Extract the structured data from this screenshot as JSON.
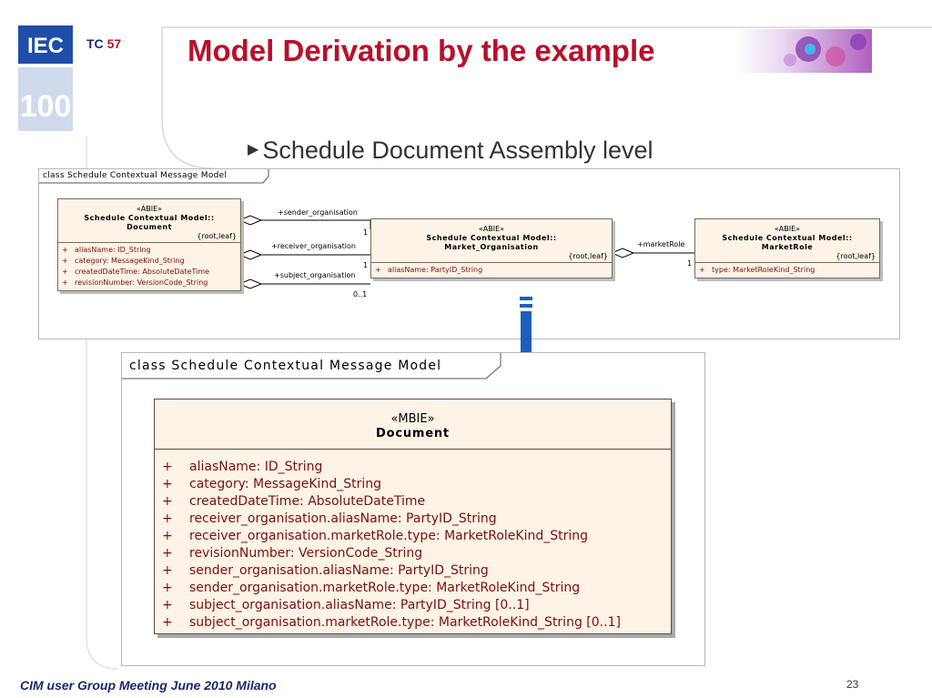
{
  "header": {
    "logo_text": "IEC",
    "logo_number": "100",
    "tc_label": "TC",
    "tc_number": "57",
    "title": "Model Derivation by the example",
    "subtitle": "Schedule Document Assembly level"
  },
  "top_diagram": {
    "frame_label": "class Schedule Contextual Message Model",
    "document_class": {
      "stereotype": "«ABIE»",
      "name_line1": "Schedule Contextual Model::",
      "name_line2": "Document",
      "properties": "{root,leaf}",
      "attributes": [
        {
          "vis": "+",
          "text": "aliasName:  ID_String"
        },
        {
          "vis": "+",
          "text": "category:  MessageKind_String"
        },
        {
          "vis": "+",
          "text": "createdDateTime:  AbsoluteDateTime"
        },
        {
          "vis": "+",
          "text": "revisionNumber:  VersionCode_String"
        }
      ]
    },
    "market_org_class": {
      "stereotype": "«ABIE»",
      "name_line1": "Schedule Contextual Model::",
      "name_line2": "Market_Organisation",
      "properties": "{root,leaf}",
      "attributes": [
        {
          "vis": "+",
          "text": "aliasName:  PartyID_String"
        }
      ]
    },
    "market_role_class": {
      "stereotype": "«ABIE»",
      "name_line1": "Schedule Contextual Model::",
      "name_line2": "MarketRole",
      "properties": "{root,leaf}",
      "attributes": [
        {
          "vis": "+",
          "text": "type:  MarketRoleKind_String"
        }
      ]
    },
    "associations": [
      {
        "role": "+sender_organisation",
        "mult": "1"
      },
      {
        "role": "+receiver_organisation",
        "mult": "1"
      },
      {
        "role": "+subject_organisation",
        "mult": "0..1"
      },
      {
        "role": "+marketRole",
        "mult": "1"
      }
    ]
  },
  "bottom_diagram": {
    "frame_label": "class Schedule Contextual Message Model",
    "class": {
      "stereotype": "«MBIE»",
      "name": "Document",
      "attributes": [
        {
          "vis": "+",
          "text": "aliasName:  ID_String"
        },
        {
          "vis": "+",
          "text": "category:  MessageKind_String"
        },
        {
          "vis": "+",
          "text": "createdDateTime:  AbsoluteDateTime"
        },
        {
          "vis": "+",
          "text": "receiver_organisation.aliasName:  PartyID_String"
        },
        {
          "vis": "+",
          "text": "receiver_organisation.marketRole.type:  MarketRoleKind_String"
        },
        {
          "vis": "+",
          "text": "revisionNumber:  VersionCode_String"
        },
        {
          "vis": "+",
          "text": "sender_organisation.aliasName:  PartyID_String"
        },
        {
          "vis": "+",
          "text": "sender_organisation.marketRole.type:  MarketRoleKind_String"
        },
        {
          "vis": "+",
          "text": "subject_organisation.aliasName:  PartyID_String [0..1]"
        },
        {
          "vis": "+",
          "text": "subject_organisation.marketRole.type:  MarketRoleKind_String [0..1]"
        }
      ]
    }
  },
  "footer": {
    "text": "CIM user Group Meeting  June 2010 Milano",
    "page_number": "23"
  },
  "colors": {
    "title": "#b8102a",
    "navy": "#1a2a6e",
    "class_fill": "#fdf3e6",
    "attribute_text": "#7a1010",
    "arrow": "#1f5fb8"
  }
}
